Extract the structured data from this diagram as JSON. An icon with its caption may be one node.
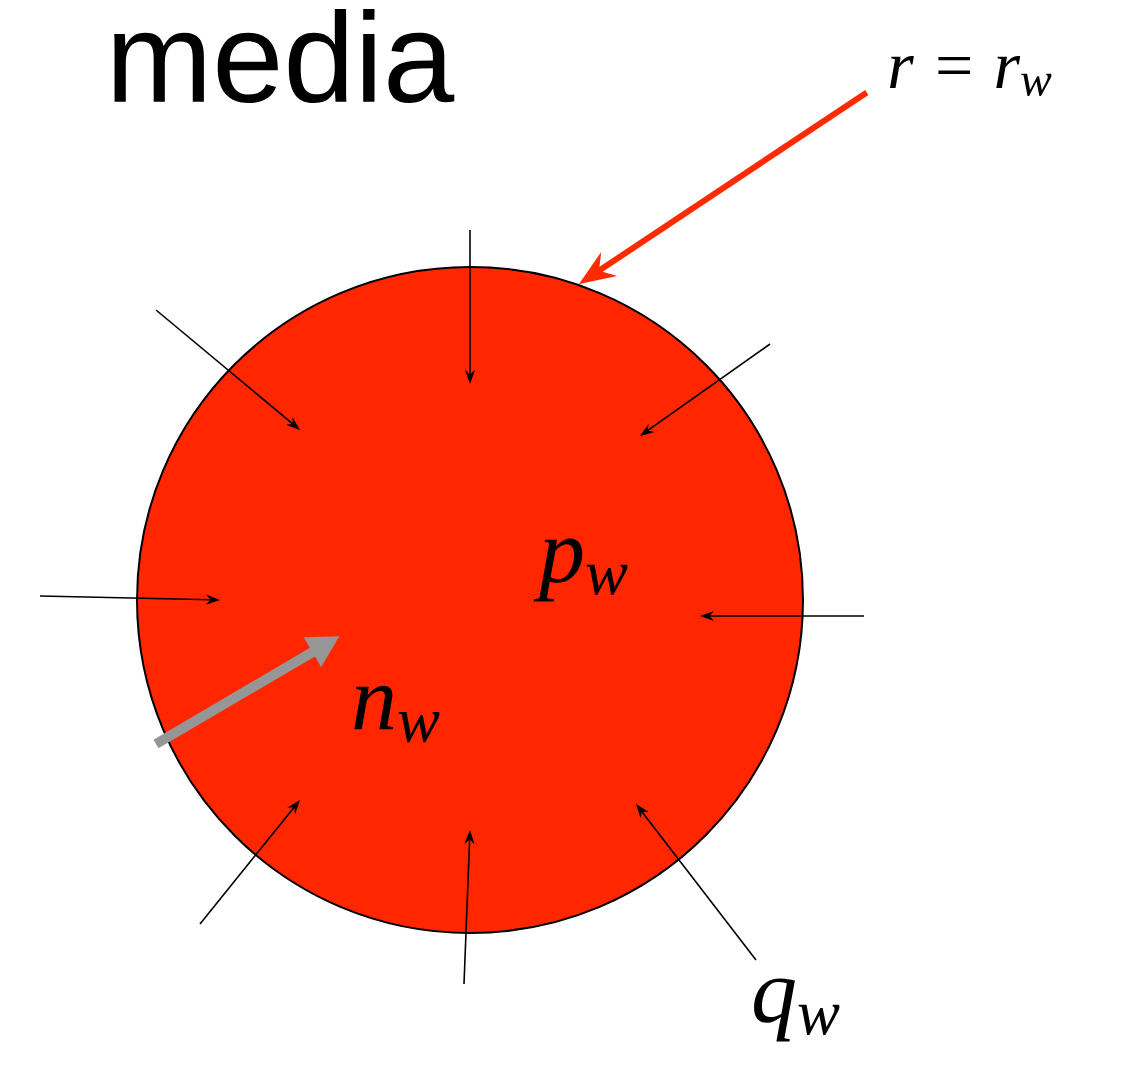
{
  "diagram": {
    "nodes": [
      {
        "text": [
          "p$_{w}$",
          "n$_{w}$"
        ]
      },
      {
        "text": [
          "r = r$_{w}$"
        ]
      }
    ],
    "edges": [
      {
        "from": 1,
        "to": 0,
        "arrow": "to",
        "color": "#ff2a00"
      }
    ],
    "labels": [
      "media",
      "q$_{w}$"
    ]
  }
}
